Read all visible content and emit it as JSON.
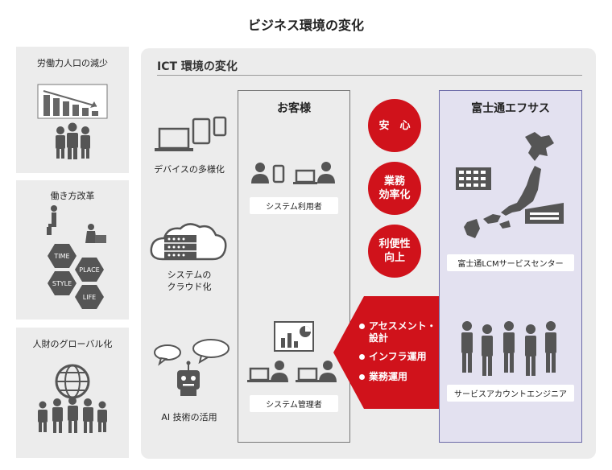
{
  "title": "ビジネス環境の変化",
  "left_panels": [
    {
      "label": "労働力人口の減少"
    },
    {
      "label": "働き方改革",
      "hexes": [
        "TIME",
        "PLACE",
        "STYLE",
        "LIFE"
      ]
    },
    {
      "label": "人財のグローバル化"
    }
  ],
  "ict": {
    "title": "ICT 環境の変化",
    "items": [
      {
        "label": "デバイスの多様化"
      },
      {
        "label_line1": "システムの",
        "label_line2": "クラウド化"
      },
      {
        "label": "AI 技術の活用"
      }
    ]
  },
  "customer": {
    "title": "お客様",
    "user_label": "システム利用者",
    "admin_label": "システム管理者"
  },
  "values": [
    {
      "line1": "安　心"
    },
    {
      "line1": "業務",
      "line2": "効率化"
    },
    {
      "line1": "利便性",
      "line2": "向上"
    }
  ],
  "services": [
    {
      "line1": "アセスメント・",
      "line2": "設計"
    },
    {
      "line1": "インフラ運用"
    },
    {
      "line1": "業務運用"
    }
  ],
  "fujitsu": {
    "title": "富士通エフサス",
    "center_label": "富士通LCMサービスセンター",
    "engineer_label": "サービスアカウントエンジニア"
  },
  "colors": {
    "accent_red": "#d0121b",
    "fujitsu_bg": "#e3e1f0",
    "panel_bg": "#ececec",
    "icon_gray": "#555555"
  }
}
